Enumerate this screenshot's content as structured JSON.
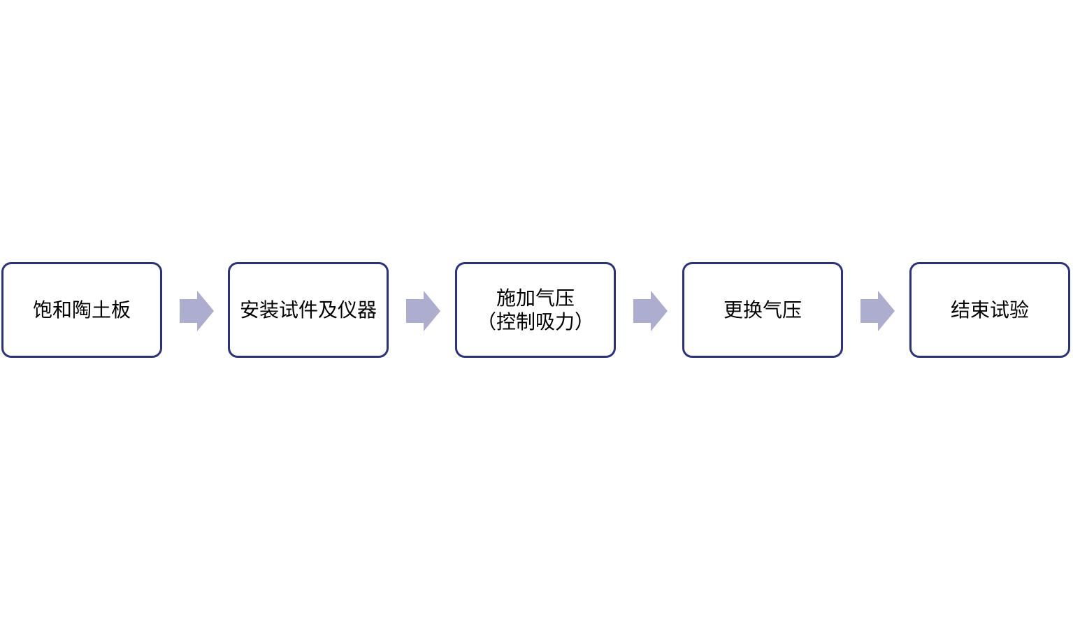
{
  "colors": {
    "box_border": "#2e3180",
    "arrow_fill": "#adadd0",
    "text": "#000000",
    "background": "#ffffff"
  },
  "steps": [
    {
      "label": "饱和陶土板"
    },
    {
      "label": "安装试件及仪器"
    },
    {
      "label": "施加气压\n（控制吸力）"
    },
    {
      "label": "更换气压"
    },
    {
      "label": "结束试验"
    }
  ],
  "arrows": [
    {
      "icon": "right-arrow-icon"
    },
    {
      "icon": "right-arrow-icon"
    },
    {
      "icon": "right-arrow-icon"
    },
    {
      "icon": "right-arrow-icon"
    }
  ]
}
